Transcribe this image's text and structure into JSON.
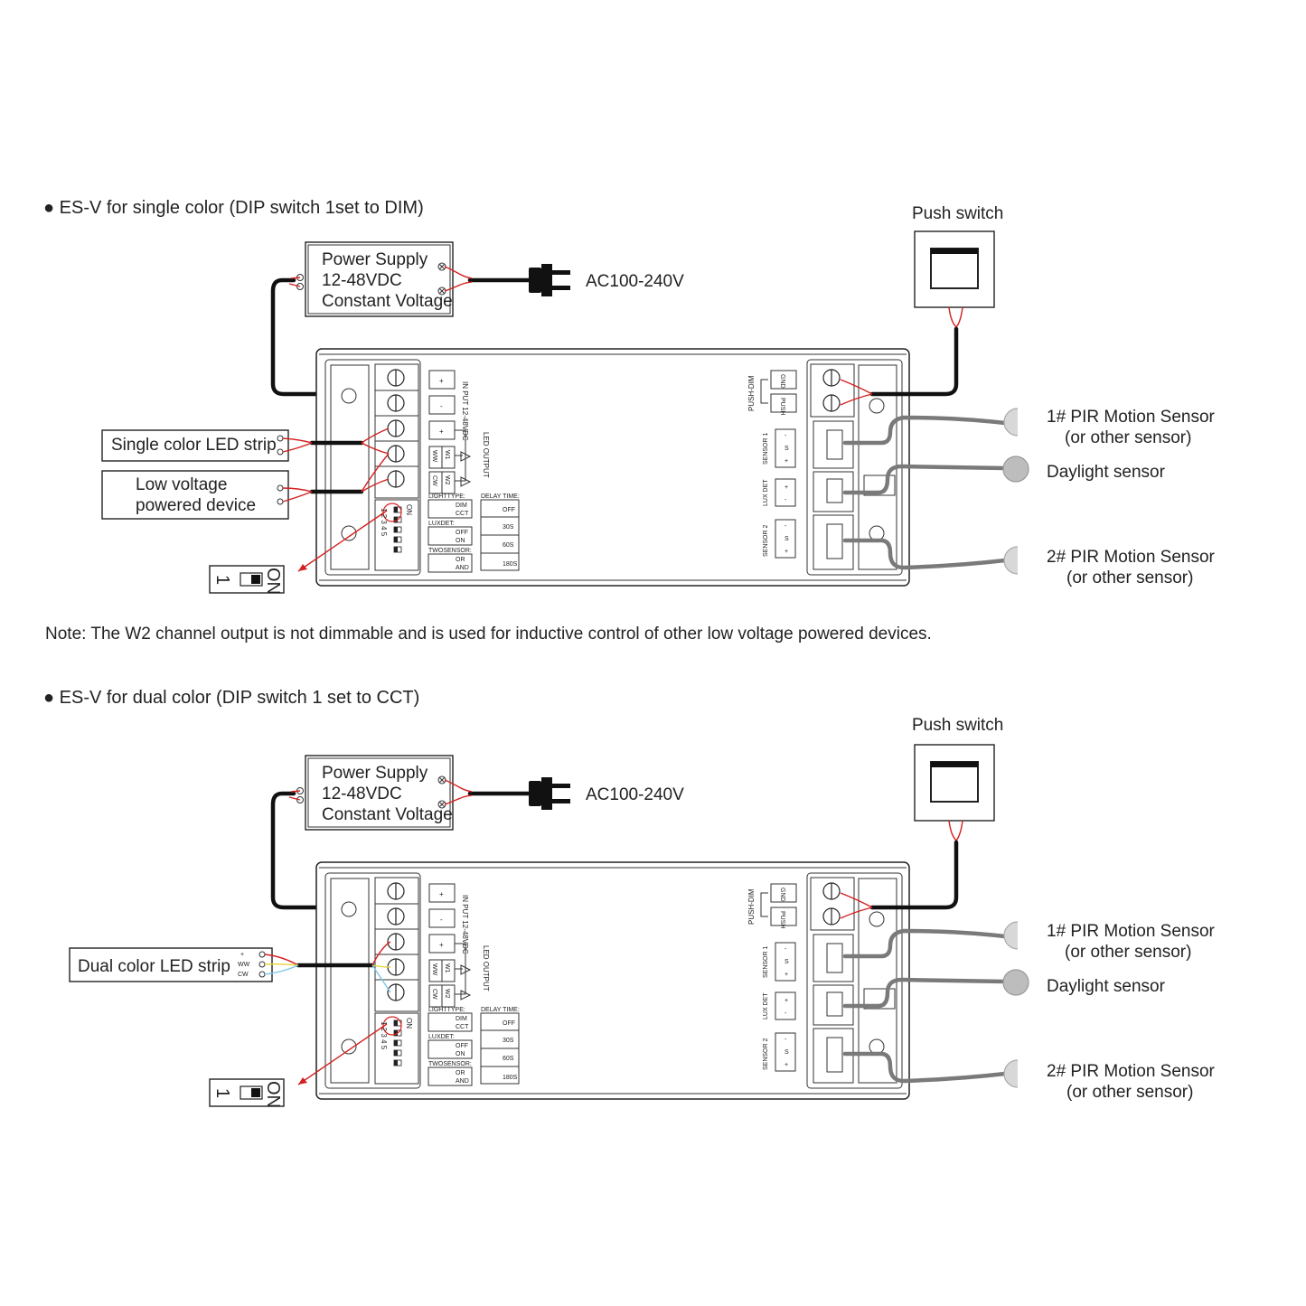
{
  "sections": [
    {
      "heading": "● ES-V for single color (DIP switch 1set to DIM)",
      "push_switch": "Push switch",
      "power_supply": [
        "Power Supply",
        "12-48VDC",
        "Constant Voltage"
      ],
      "ac": "AC100-240V",
      "load_1": "Single color LED strip",
      "load_2": [
        "Low voltage",
        "powered device"
      ],
      "sensor_1": [
        "1# PIR Motion Sensor",
        "(or other sensor)"
      ],
      "sensor_daylight": "Daylight sensor",
      "sensor_2": [
        "2# PIR Motion Sensor",
        "(or other sensor)"
      ]
    },
    {
      "heading": "● ES-V for dual color (DIP switch 1 set to CCT)",
      "push_switch": "Push switch",
      "power_supply": [
        "Power Supply",
        "12-48VDC",
        "Constant Voltage"
      ],
      "ac": "AC100-240V",
      "load_1": "Dual color LED strip",
      "load_terms": [
        "+",
        "WW",
        "CW"
      ],
      "sensor_1": [
        "1# PIR Motion Sensor",
        "(or other sensor)"
      ],
      "sensor_daylight": "Daylight sensor",
      "sensor_2": [
        "2# PIR Motion Sensor",
        "(or other sensor)"
      ]
    }
  ],
  "note": "Note: The W2 channel output is not dimmable and is used for inductive control of other low voltage powered devices.",
  "controller": {
    "input_label": "IN PUT 12-48VDC",
    "led_output": "LED OUTPUT",
    "terminals": [
      "+",
      "-",
      "+",
      "WW",
      "W1",
      "CW",
      "W2"
    ],
    "push_dim": "PUSH-DIM",
    "gnd": "GND",
    "push": "PUSH",
    "sensor1": "SENSOR 1",
    "luxdet": "LUX DET",
    "sensor2": "SENSOR 2",
    "lighttype": "LIGHTTYPE:",
    "dim": "DIM",
    "cct": "CCT",
    "luxdet_label": "LUXDET:",
    "off": "OFF",
    "on": "ON",
    "twosensor": "TWOSENSOR:",
    "or": "OR",
    "and": "AND",
    "delay_time": "DELAY TIME:",
    "delays": [
      "OFF",
      "30S",
      "60S",
      "180S"
    ],
    "dip_on": "ON",
    "dip_nums": "1 2 3 4 5",
    "dip_one": "1",
    "sensor_pins": [
      "-",
      "S",
      "+"
    ],
    "lux_pins": [
      "+",
      "-"
    ]
  }
}
